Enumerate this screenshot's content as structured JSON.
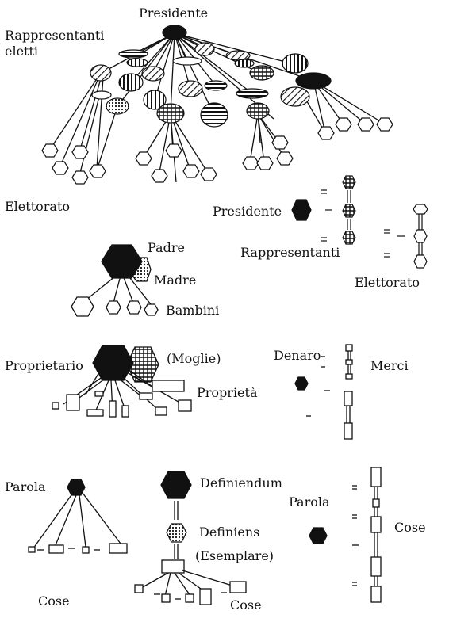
{
  "section1": {
    "hierarchy": {
      "presidente": "Presidente",
      "rappresentanti_eletti_line1": "Rappresentanti",
      "rappresentanti_eletti_line2": "eletti",
      "elettorato": "Elettorato"
    },
    "chain": {
      "presidente": "Presidente",
      "rappresentanti": "Rappresentanti",
      "elettorato": "Elettorato"
    }
  },
  "section2": {
    "padre": "Padre",
    "madre": "Madre",
    "bambini": "Bambini"
  },
  "section3": {
    "proprietario": "Proprietario",
    "moglie": "(Moglie)",
    "proprieta": "Proprietà",
    "denaro": "Denaro",
    "merci": "Merci"
  },
  "section4": {
    "parola": "Parola",
    "cose_left": "Cose",
    "definiendum": "Definiendum",
    "definiens": "Definiens",
    "esemplare": "(Esemplare)",
    "cose_middle": "Cose",
    "parola_right": "Parola",
    "cose_right": "Cose"
  }
}
